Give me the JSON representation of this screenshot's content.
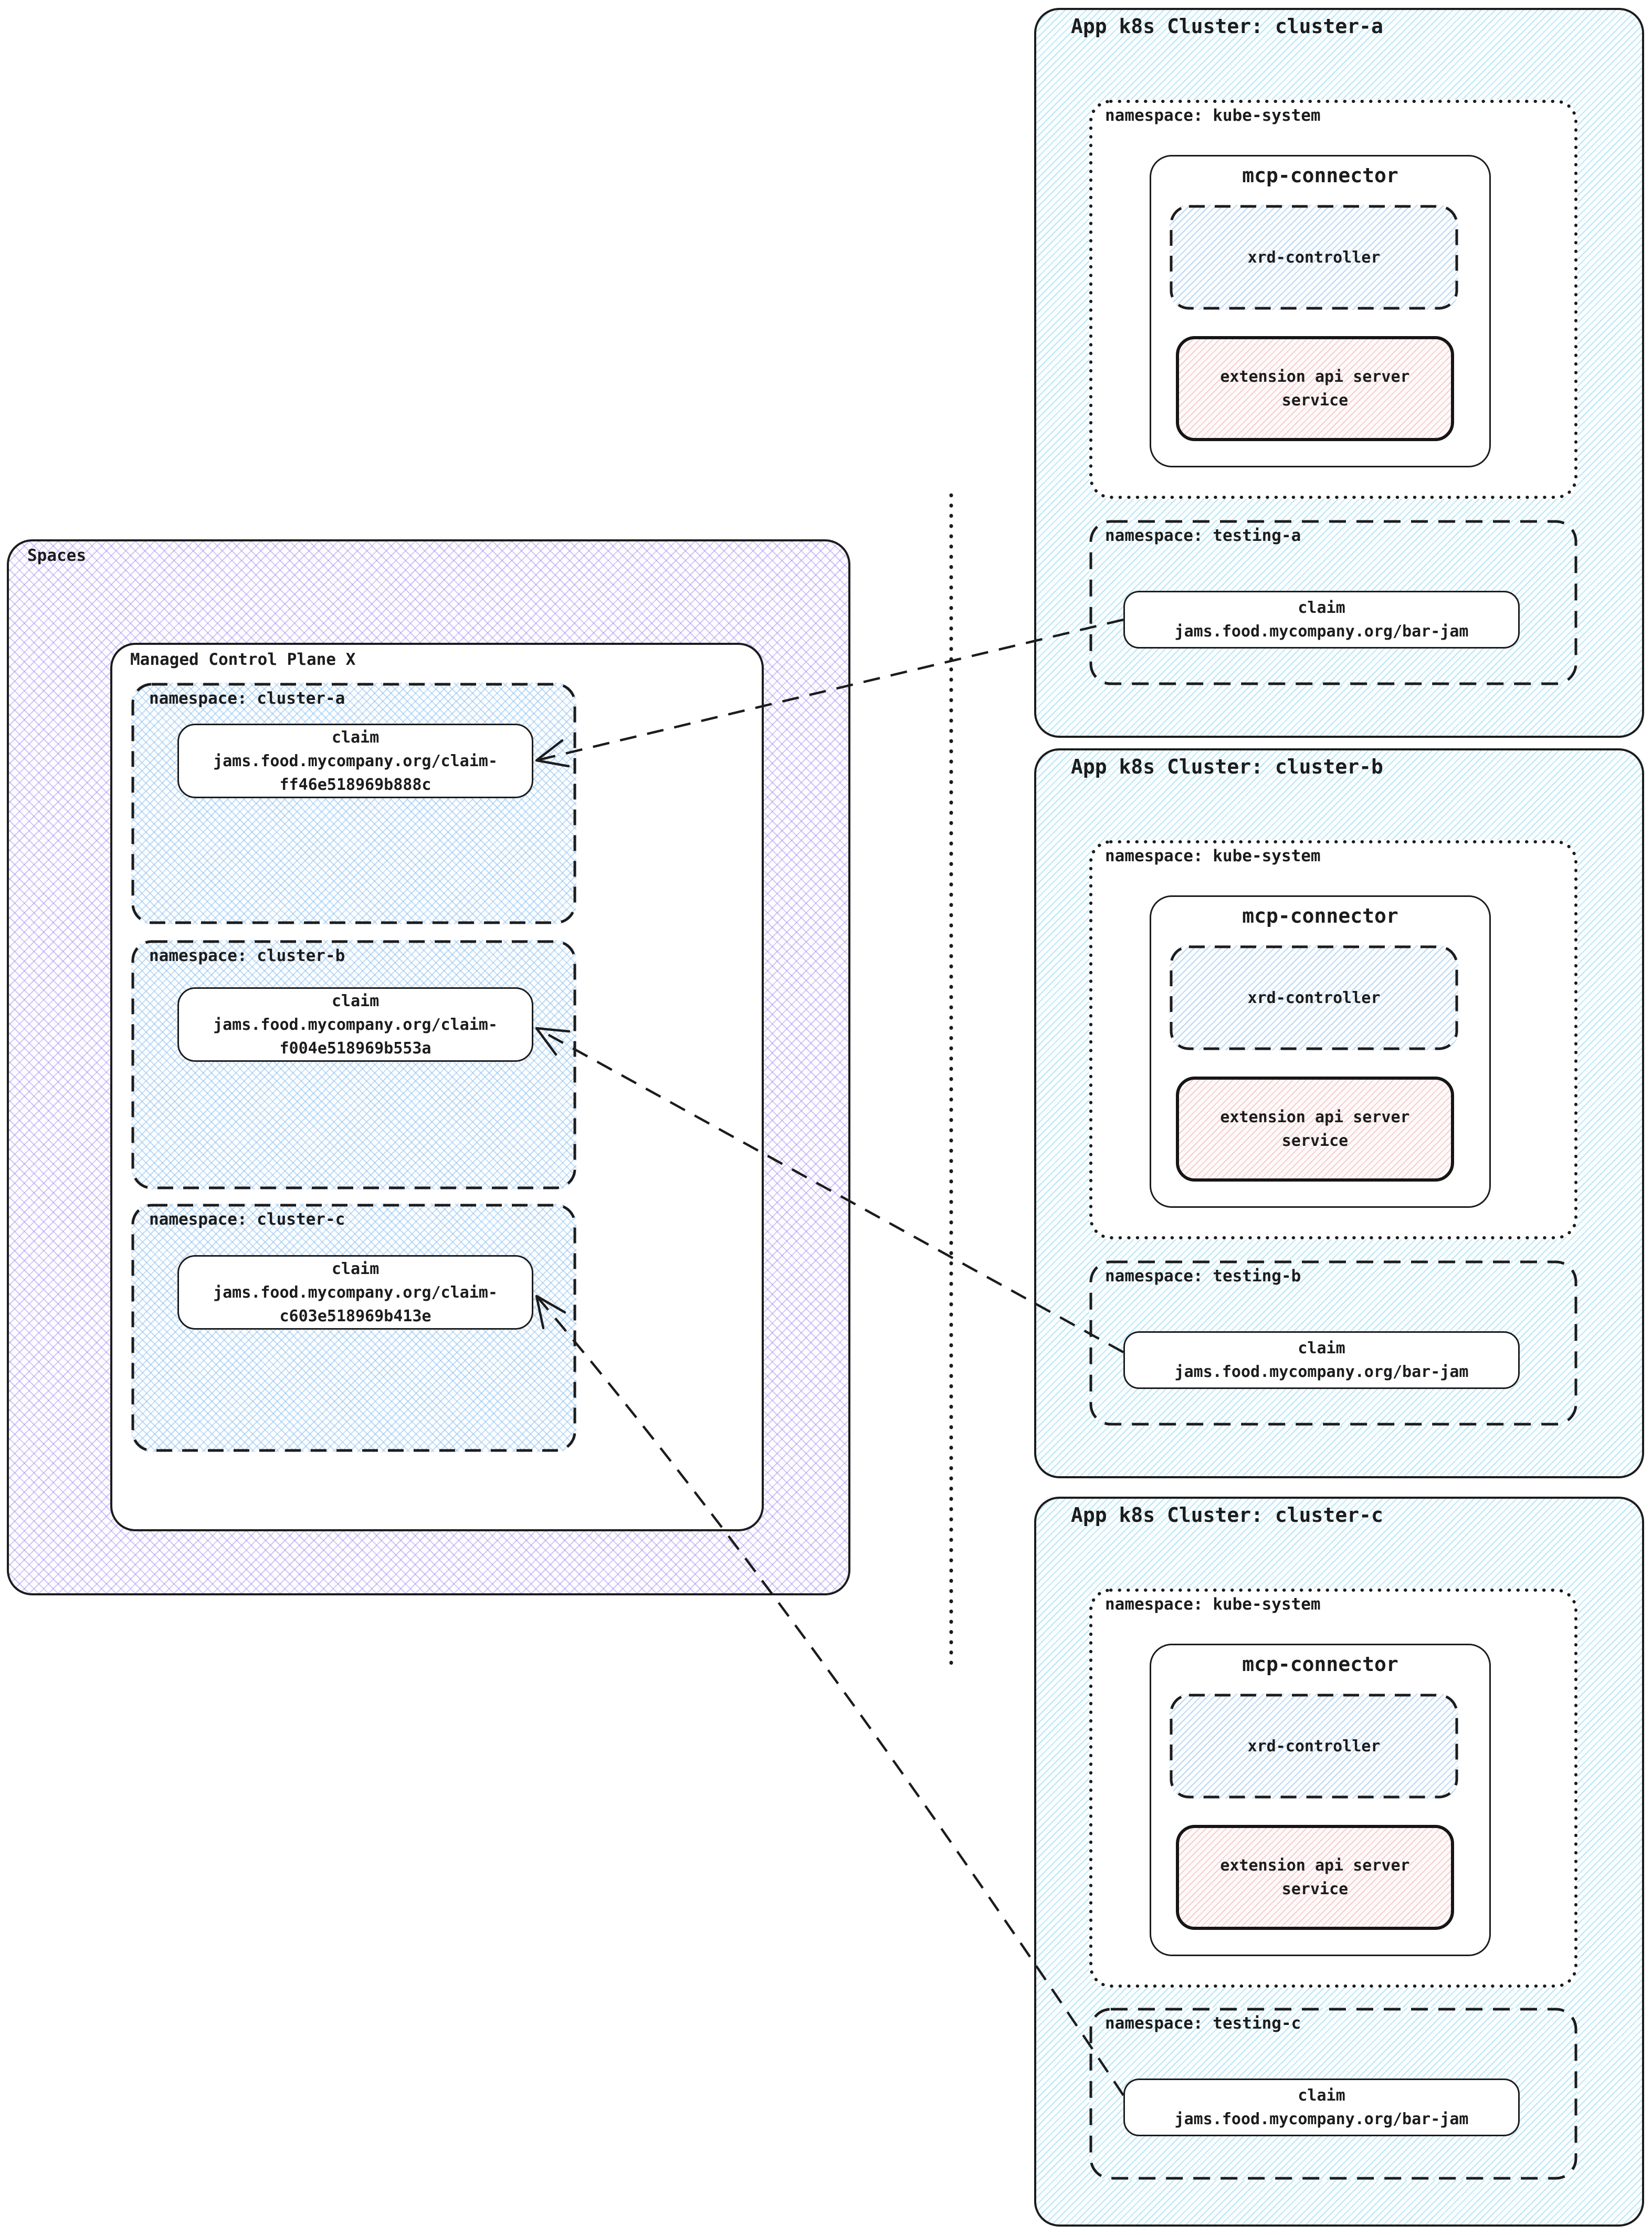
{
  "left": {
    "spaces_label": "Spaces",
    "mcp_label": "Managed Control Plane X",
    "namespaces": [
      {
        "label": "namespace: cluster-a",
        "claim": {
          "l1": "claim",
          "l2": "jams.food.mycompany.org/claim-",
          "l3": "ff46e518969b888c"
        }
      },
      {
        "label": "namespace: cluster-b",
        "claim": {
          "l1": "claim",
          "l2": "jams.food.mycompany.org/claim-",
          "l3": "f004e518969b553a"
        }
      },
      {
        "label": "namespace: cluster-c",
        "claim": {
          "l1": "claim",
          "l2": "jams.food.mycompany.org/claim-",
          "l3": "c603e518969b413e"
        }
      }
    ]
  },
  "right": {
    "clusters": [
      {
        "title": "App k8s Cluster: cluster-a",
        "kube_label": "namespace: kube-system",
        "connector": "mcp-connector",
        "xrd": "xrd-controller",
        "ext_l1": "extension api server",
        "ext_l2": "service",
        "testing_label": "namespace: testing-a",
        "claim": {
          "l1": "claim",
          "l2": "jams.food.mycompany.org/bar-jam"
        }
      },
      {
        "title": "App k8s Cluster: cluster-b",
        "kube_label": "namespace: kube-system",
        "connector": "mcp-connector",
        "xrd": "xrd-controller",
        "ext_l1": "extension api server",
        "ext_l2": "service",
        "testing_label": "namespace: testing-b",
        "claim": {
          "l1": "claim",
          "l2": "jams.food.mycompany.org/bar-jam"
        }
      },
      {
        "title": "App k8s Cluster: cluster-c",
        "kube_label": "namespace: kube-system",
        "connector": "mcp-connector",
        "xrd": "xrd-controller",
        "ext_l1": "extension api server",
        "ext_l2": "service",
        "testing_label": "namespace: testing-c",
        "claim": {
          "l1": "claim",
          "l2": "jams.food.mycompany.org/bar-jam"
        }
      }
    ]
  },
  "colors": {
    "ink": "#1c1c1c",
    "cluster_hatch_line": "#60c4e8",
    "spaces_hatch_line": "#9278ec",
    "left_namespace_hatch_line": "#78b4eb",
    "xrd_hatch_line": "#6eaae1",
    "extension_hatch_line": "#e89191",
    "box_background": "#ffffff"
  }
}
